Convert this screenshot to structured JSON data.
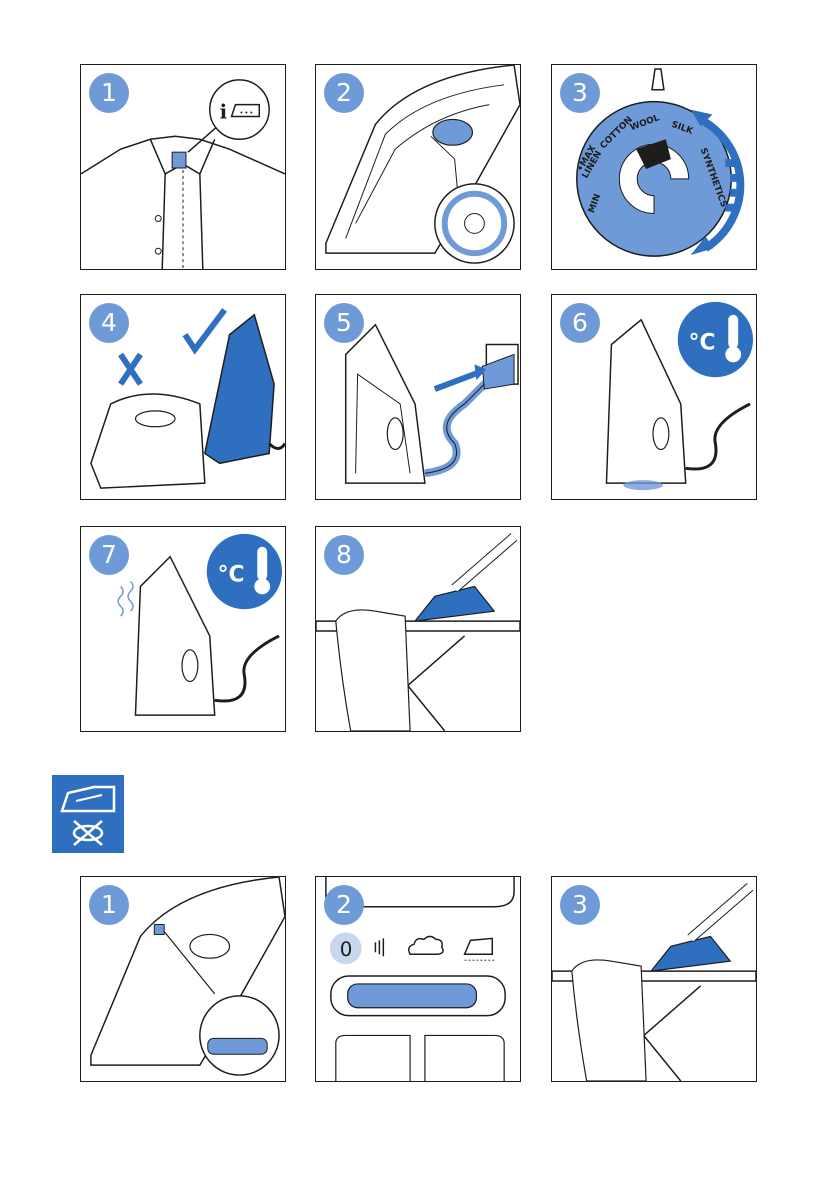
{
  "steps_ironing": [
    {
      "number": "1"
    },
    {
      "number": "2"
    },
    {
      "number": "3"
    },
    {
      "number": "4"
    },
    {
      "number": "5"
    },
    {
      "number": "6"
    },
    {
      "number": "7"
    },
    {
      "number": "8"
    }
  ],
  "dial": {
    "labels": [
      "MIN",
      "LINEN",
      "COTTON",
      "•MAX",
      "WOOL",
      "SILK",
      "SYNTHETICS"
    ]
  },
  "steps_dry": [
    {
      "number": "1"
    },
    {
      "number": "2"
    },
    {
      "number": "3"
    }
  ],
  "steam_setting": {
    "value": "0"
  },
  "colors": {
    "accent": "#2f6fc0",
    "light_blue": "#6f9ad8",
    "badge_blue": "#4f8ede",
    "outline": "#1d1d1b"
  }
}
